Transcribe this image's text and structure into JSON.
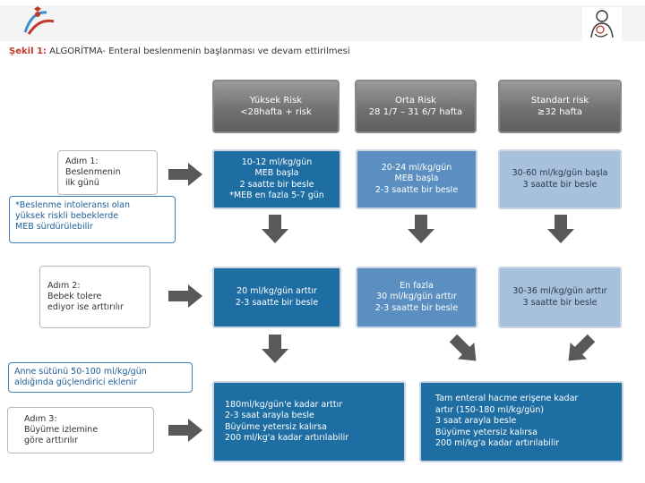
{
  "figure_title": {
    "label": "Şekil 1:",
    "text": " ALGORİTMA- Enteral beslenmenin başlanması ve devam ettirilmesi"
  },
  "headers": [
    {
      "lines": [
        "Yüksek Risk",
        "<28hafta + risk"
      ]
    },
    {
      "lines": [
        "Orta Risk",
        "28 1/7 – 31 6/7 hafta"
      ]
    },
    {
      "lines": [
        "Standart risk",
        "≥32 hafta"
      ]
    }
  ],
  "steps": [
    {
      "lines": [
        "Adım 1:",
        "Beslenmenin",
        "ilk günü"
      ]
    },
    {
      "lines": [
        "Adım 2:",
        "Bebek tolere",
        "ediyor ise arttırılır"
      ]
    },
    {
      "lines": [
        "Adım 3:",
        "Büyüme izlemine",
        "göre arttırılır"
      ]
    }
  ],
  "notes": [
    {
      "lines": [
        "*Beslenme intoleransı olan",
        "yüksek riskli bebeklerde",
        "MEB sürdürülebilir"
      ]
    },
    {
      "lines": [
        "Anne sütünü 50-100 ml/kg/gün",
        "aldığında güçlendirici eklenir"
      ]
    }
  ],
  "row1": [
    {
      "lines": [
        "10-12 ml/kg/gün",
        "MEB başla",
        "2 saatte bir besle",
        "*MEB en fazla 5-7 gün"
      ]
    },
    {
      "lines": [
        "20-24 ml/kg/gün",
        "MEB başla",
        "2-3 saatte bir besle"
      ]
    },
    {
      "lines": [
        "30-60 ml/kg/gün başla",
        "3 saatte bir besle"
      ]
    }
  ],
  "row2": [
    {
      "lines": [
        "20 ml/kg/gün arttır",
        "2-3 saatte bir besle"
      ]
    },
    {
      "lines": [
        "En fazla",
        "30 ml/kg/gün arttır",
        "2-3 saatte bir besle"
      ]
    },
    {
      "lines": [
        "30-36 ml/kg/gün arttır",
        "3 saatte bir besle"
      ]
    }
  ],
  "row3": [
    {
      "lines": [
        "180ml/kg/gün'e kadar arttır",
        "2-3 saat arayla besle",
        "Büyüme yetersiz kalırsa",
        "200 ml/kg'a kadar artırılabilir"
      ]
    },
    {
      "lines": [
        "Tam enteral hacme erişene kadar",
        "artır (150-180 ml/kg/gün)",
        "3 saat arayla besle",
        "Büyüme yetersiz kalırsa",
        "200 ml/kg'a kadar artırılabilir"
      ]
    }
  ],
  "colors": {
    "header_gray": "#6f6f6f",
    "dark_blue": "#1e6ea4",
    "mid_blue": "#5b8fc1",
    "light_blue": "#a7c0dc",
    "note_blue": "#1e5d96",
    "arrow_gray": "#595959",
    "title_red": "#c0392b"
  },
  "icons": {
    "logo_left": "ministry-health-logo-icon",
    "logo_right": "mother-baby-logo-icon",
    "arrow": "block-arrow-icon"
  }
}
